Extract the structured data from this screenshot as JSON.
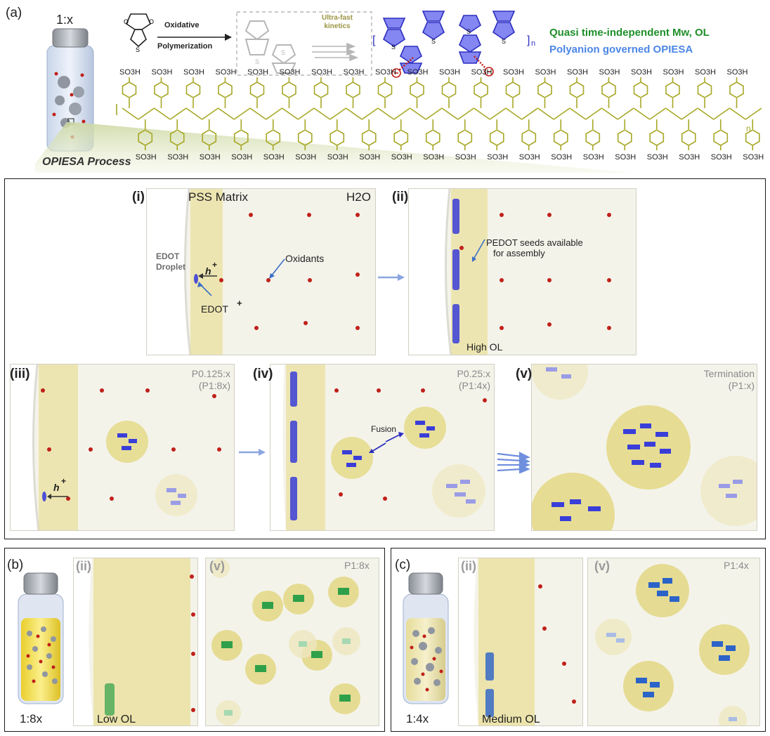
{
  "panel_a": {
    "tag": "(a)",
    "vial_label": "1:x",
    "process_label": "OPIESA Process",
    "reaction": {
      "arrow_top": "Oxidative",
      "arrow_bottom": "Polymerization",
      "kinetics_label_line1": "Ultra-fast",
      "kinetics_label_line2": "kinetics",
      "subscript_n": "n"
    },
    "notes": {
      "line1": "Quasi time-independent Mw, OL",
      "line2": "Polyanion governed OPIESA"
    },
    "pss": {
      "group_label": "SO3H",
      "subscript_n": "n"
    }
  },
  "steps": {
    "i": {
      "tag": "(i)",
      "matrix_label": "PSS Matrix",
      "solvent_label": "H2O",
      "droplet_line1": "EDOT",
      "droplet_line2": "Droplet",
      "oxidants_label": "Oxidants",
      "hole_label": "h",
      "edot_label": "EDOT",
      "plus": "+"
    },
    "ii": {
      "tag": "(ii)",
      "seeds_line1": "PEDOT seeds available",
      "seeds_line2": "for assembly",
      "ol_label": "High OL"
    },
    "iii": {
      "tag": "(iii)",
      "ratio_line1": "P0.125:x",
      "ratio_line2": "(P1:8x)",
      "hole_label": "h",
      "plus": "+"
    },
    "iv": {
      "tag": "(iv)",
      "ratio_line1": "P0.25:x",
      "ratio_line2": "(P1:4x)",
      "fusion_label": "Fusion"
    },
    "v": {
      "tag": "(v)",
      "ratio_line1": "Termination",
      "ratio_line2": "(P1:x)"
    }
  },
  "panel_b": {
    "tag": "(b)",
    "vial_ratio": "1:8x",
    "ii_tag": "(ii)",
    "v_tag": "(v)",
    "ol_label": "Low OL",
    "ratio": "P1:8x"
  },
  "panel_c": {
    "tag": "(c)",
    "vial_ratio": "1:4x",
    "ii_tag": "(ii)",
    "v_tag": "(v)",
    "ol_label": "Medium OL",
    "ratio": "P1:4x"
  },
  "colors": {
    "pss_olive": "#a7a826",
    "pedot_blue": "#3a3ed8",
    "green_note": "#1f8f2a",
    "blue_note": "#4b86e6",
    "oxidant_red": "#c0201a",
    "scene_bg": "#f4f3ea",
    "green_chains": "#2fa04a",
    "mid_blue_chains": "#2c63c8"
  }
}
